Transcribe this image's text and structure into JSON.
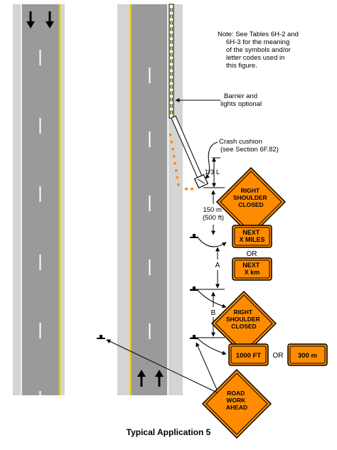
{
  "figure": {
    "title": "Typical Application 5",
    "note_lines": [
      "Note: See Tables 6H-2 and",
      "6H-3 for the meaning",
      "of the symbols and/or",
      "letter codes used in",
      "this figure."
    ],
    "callouts": {
      "barrier_lines": [
        "Barrier and",
        "lights optional"
      ],
      "crash_cushion_lines": [
        "Crash cushion",
        "(see Section 6F.82)"
      ]
    },
    "dimensions": {
      "one_third_l": "1/3 L",
      "taper_distance_lines": [
        "150 m",
        "(500 ft)"
      ],
      "spacing_a": "A",
      "spacing_b": "B"
    },
    "signs": {
      "right_shoulder_closed_top_lines": [
        "RIGHT",
        "SHOULDER",
        "CLOSED"
      ],
      "next_x_miles_lines": [
        "NEXT",
        "X MILES"
      ],
      "or_label_1": "OR",
      "next_x_km_lines": [
        "NEXT",
        "X km"
      ],
      "right_shoulder_closed_bottom_lines": [
        "RIGHT",
        "SHOULDER",
        "CLOSED"
      ],
      "distance_1000_ft": "1000 FT",
      "or_label_2": "OR",
      "distance_300_m": "300 m",
      "road_work_ahead_lines": [
        "ROAD",
        "WORK",
        "AHEAD"
      ]
    },
    "colors": {
      "pavement": "#9a9a9a",
      "shoulder": "#d4d4d4",
      "center_line_yellow": "#e8c800",
      "sign_orange": "#ff8c00",
      "barrier_light_yellow": "#ffee00",
      "channelizing_orange": "#ff8c00",
      "ink": "#000000"
    },
    "icons": {
      "direction_arrow": "arrow-icon",
      "sign_post": "sign-post-icon",
      "crash_cushion": "crash-cushion-icon"
    }
  }
}
